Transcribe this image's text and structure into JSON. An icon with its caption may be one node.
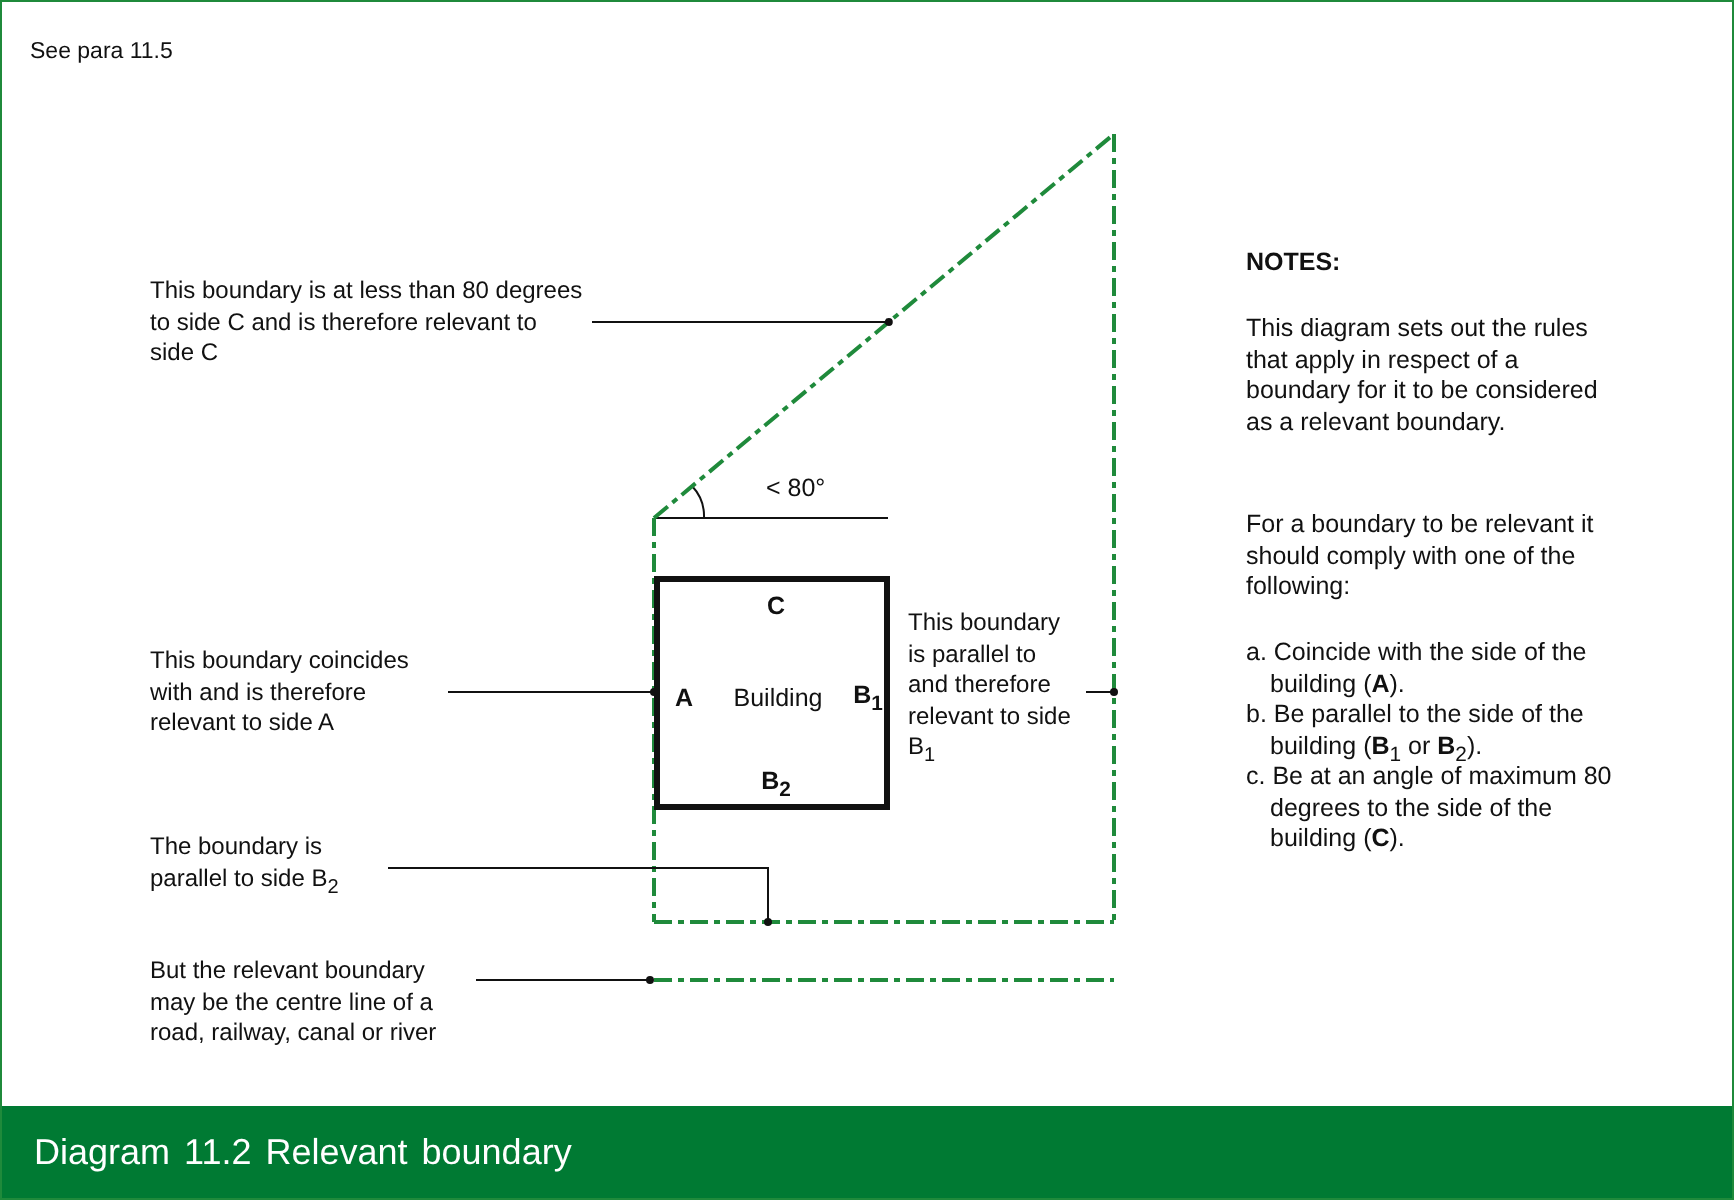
{
  "diagram": {
    "caption": "Diagram 11.2 Relevant boundary",
    "nodes": [
      {
        "text": [
          "C",
          "A",
          "Building",
          "B$_{1}$",
          "B$_{2}$"
        ]
      },
      {
        "text": [
          "This boundary is at less than 80 degrees to side C and is therefore relevant to side C"
        ]
      },
      {
        "text": [
          "This boundary coincides with and is therefore relevant to side A"
        ]
      },
      {
        "text": [
          "This boundary is parallel to and therefore relevant to side B$_{1}$"
        ]
      },
      {
        "text": [
          "The boundary is parallel to side B$_{2}$"
        ]
      },
      {
        "text": [
          "But the relevant boundary may be the centre line of a road, railway, canal or river"
        ]
      },
      {
        "text": [],
        "shape": "line"
      },
      {
        "text": [],
        "shape": "line"
      },
      {
        "text": [],
        "shape": "line"
      },
      {
        "text": [],
        "shape": "line"
      },
      {
        "text": [],
        "shape": "line"
      }
    ],
    "edges": [
      {
        "from": 1,
        "to": 6,
        "arrow": "other"
      },
      {
        "from": 2,
        "to": 7,
        "arrow": "other"
      },
      {
        "from": 3,
        "to": 8,
        "arrow": "other"
      },
      {
        "from": 4,
        "to": 9,
        "arrow": "other"
      },
      {
        "from": 5,
        "to": 10,
        "arrow": "other"
      }
    ],
    "labels": [
      "See para 11.5",
      "< 80°",
      "NOTES:",
      "This diagram sets out the rules that apply in respect of a boundary for it to be considered as a relevant boundary.",
      "For a boundary to be relevant it should comply with one of the following:",
      "a. Coincide with the side of the building (**A**).",
      "b. Be parallel to the side of the building (**B**$_{1}$ or **B**$_{2}$).",
      "c. Be at an angle of maximum 80 degrees to the side of the building (**C**)."
    ]
  }
}
